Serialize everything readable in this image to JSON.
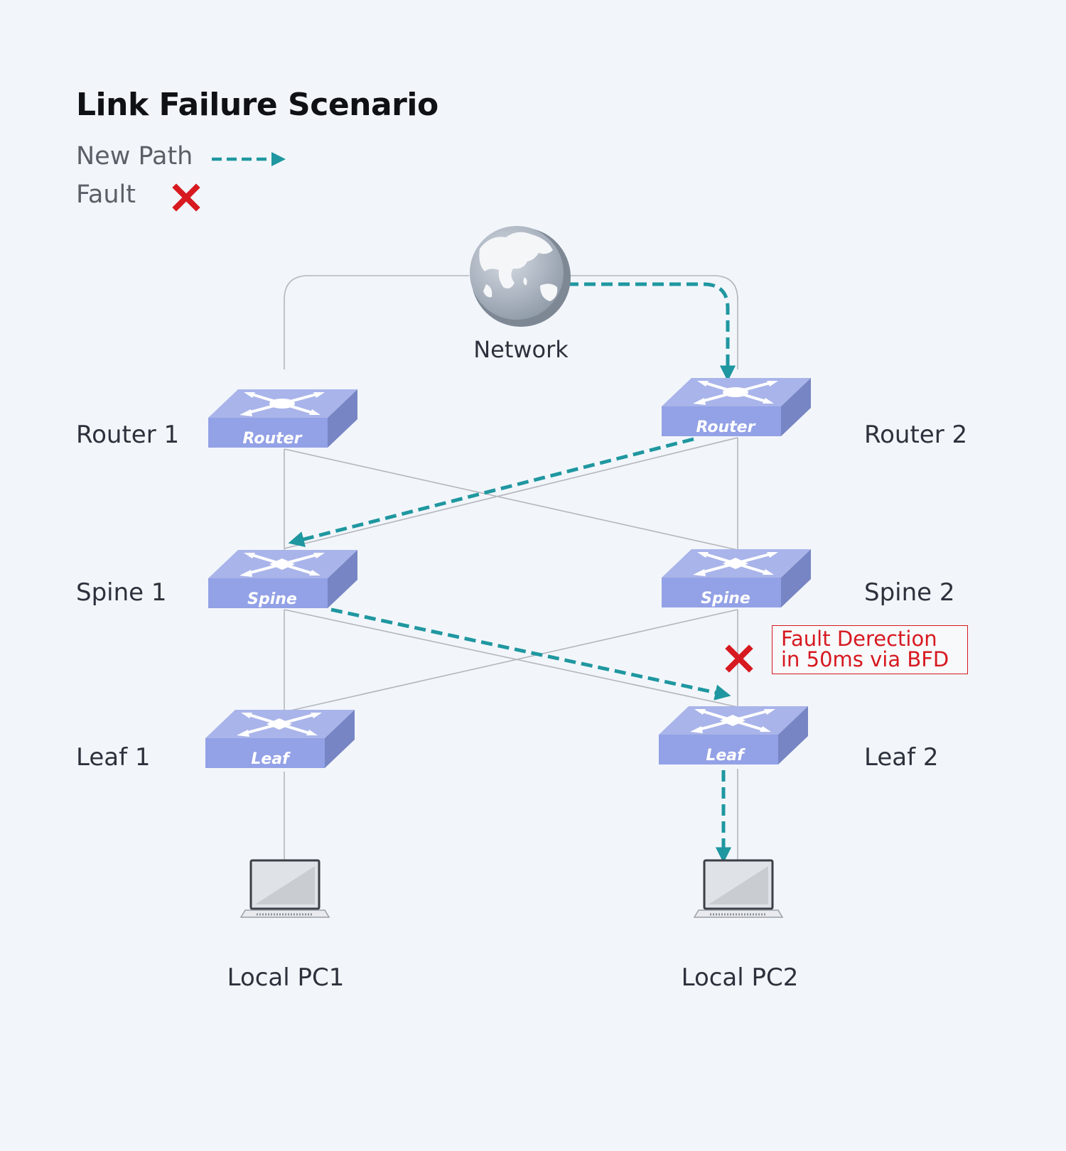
{
  "title": "Link Failure Scenario",
  "legend": {
    "new_path_label": "New Path",
    "fault_label": "Fault",
    "path_color": "#1f97a0",
    "fault_color": "#d71920"
  },
  "nodes": {
    "network": "Network",
    "router1": "Router 1",
    "router2": "Router 2",
    "spine1": "Spine 1",
    "spine2": "Spine 2",
    "leaf1": "Leaf 1",
    "leaf2": "Leaf 2",
    "pc1": "Local PC1",
    "pc2": "Local PC2"
  },
  "device_badges": {
    "router1": "Router",
    "router2": "Router",
    "spine1": "Spine",
    "spine2": "Spine",
    "leaf1": "Leaf",
    "leaf2": "Leaf"
  },
  "fault_note": {
    "line1": "Fault Derection",
    "line2": "in 50ms via BFD"
  },
  "icons": {
    "network": "globe-icon",
    "switch": "switch-icon",
    "pc": "laptop-icon",
    "fault": "x-mark-icon"
  }
}
